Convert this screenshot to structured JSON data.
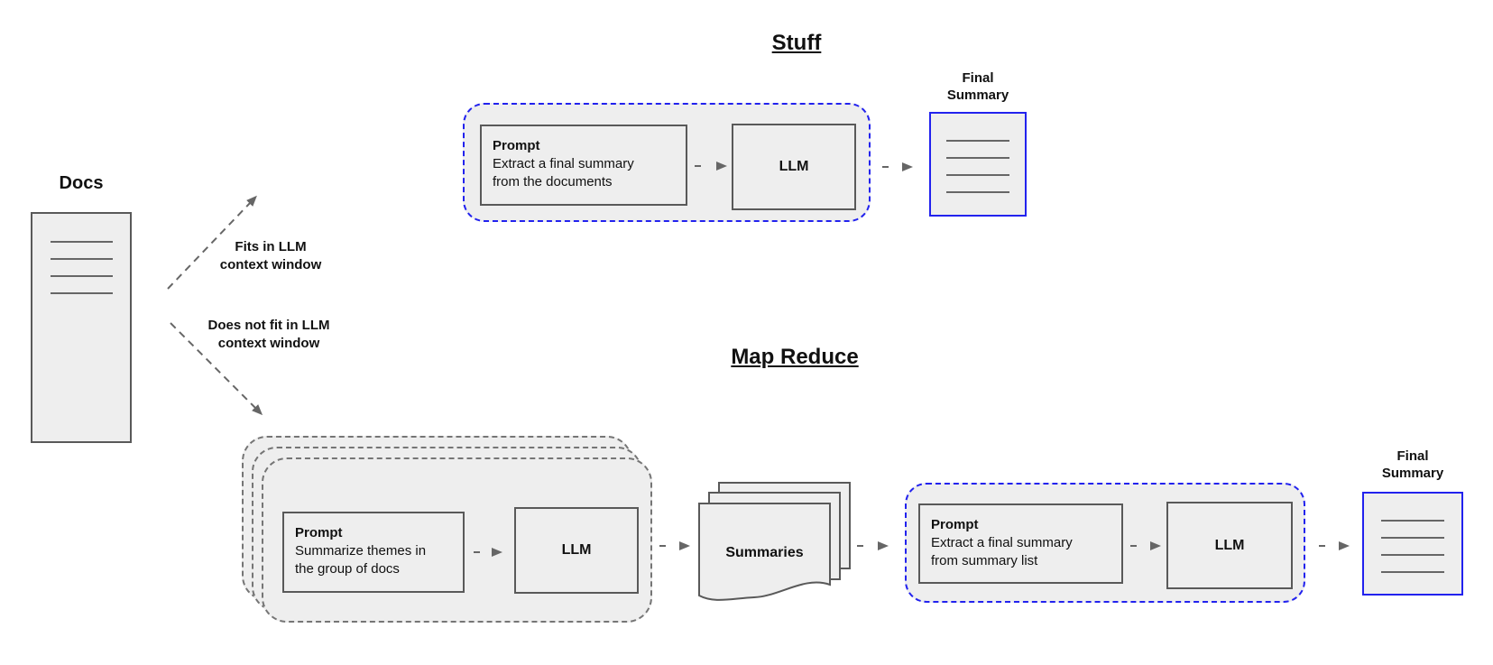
{
  "colors": {
    "background": "#ffffff",
    "box_fill": "#eeeeee",
    "box_border": "#595959",
    "container_border_gray": "#757575",
    "container_border_blue": "#2222ee",
    "arrow": "#666666",
    "doc_line": "#666666",
    "text": "#111111"
  },
  "docs": {
    "label": "Docs"
  },
  "branch_labels": {
    "fits": "Fits in LLM\ncontext window",
    "not_fit": "Does not fit in LLM\ncontext window"
  },
  "stuff": {
    "title": "Stuff",
    "prompt": {
      "title": "Prompt",
      "body": "Extract a final summary\nfrom the documents"
    },
    "llm_label": "LLM",
    "final_summary_label": "Final\nSummary"
  },
  "map_reduce": {
    "title": "Map Reduce",
    "map_prompt": {
      "title": "Prompt",
      "body": "Summarize themes in\nthe group of docs"
    },
    "map_llm_label": "LLM",
    "summaries_label": "Summaries",
    "reduce_prompt": {
      "title": "Prompt",
      "body": "Extract a final summary\nfrom summary list"
    },
    "reduce_llm_label": "LLM",
    "final_summary_label": "Final\nSummary"
  }
}
